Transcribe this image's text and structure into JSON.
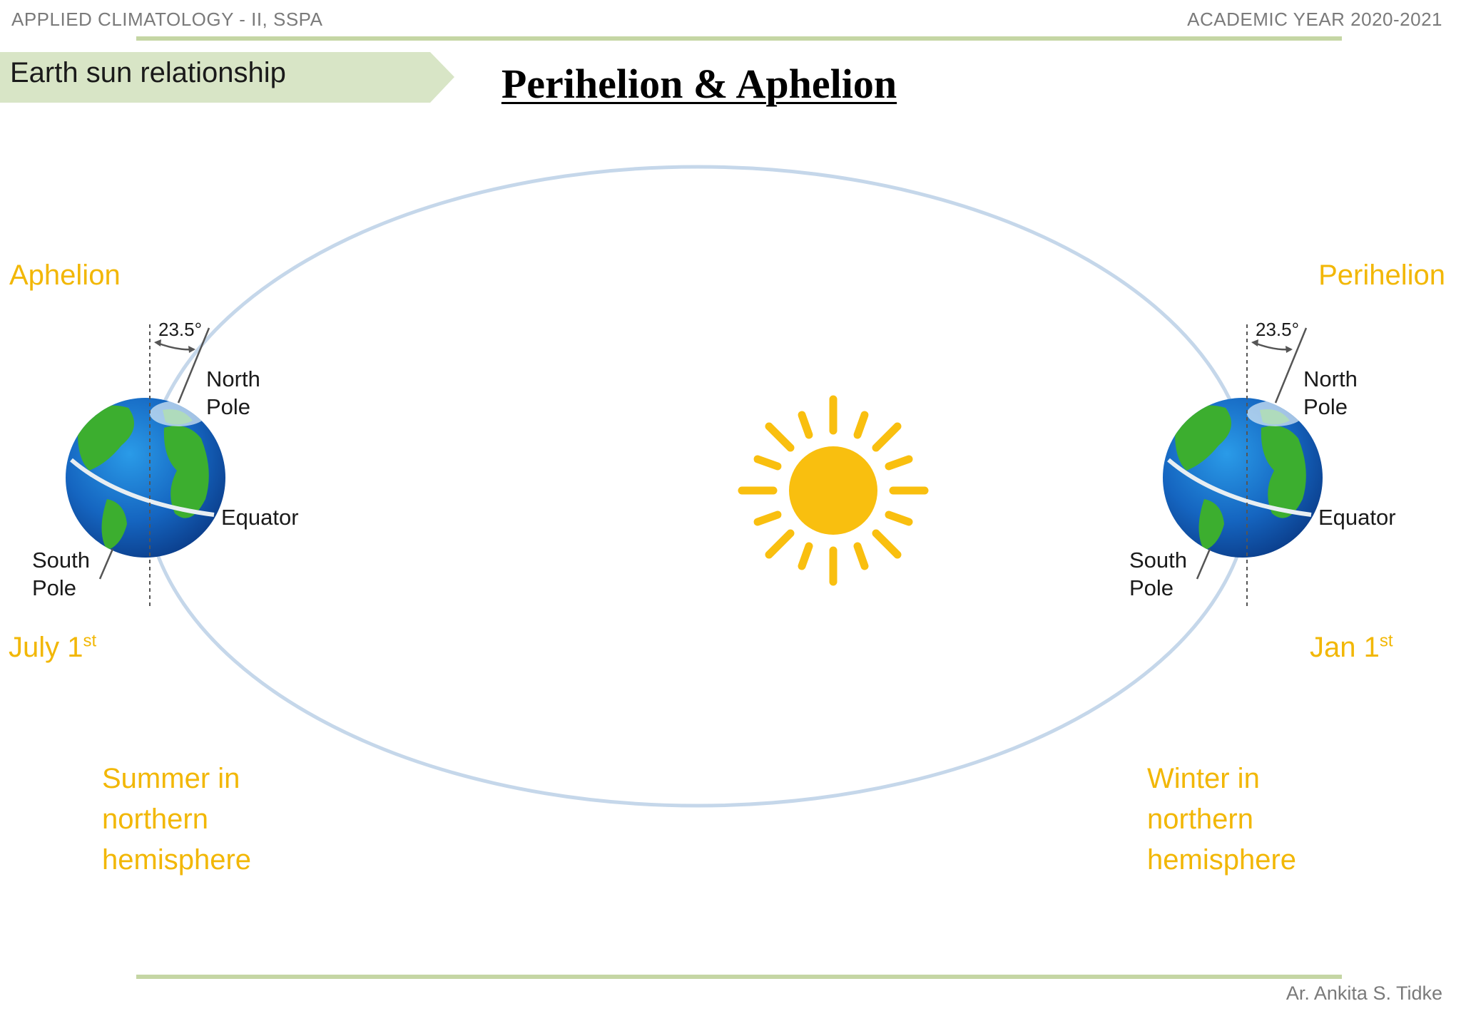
{
  "header": {
    "left": "APPLIED CLIMATOLOGY - II, SSPA",
    "right": "ACADEMIC YEAR 2020-2021"
  },
  "section": {
    "label": "Earth sun relationship"
  },
  "title": "Perihelion & Aphelion",
  "left_position": {
    "name": "Aphelion",
    "date_main": "July 1",
    "date_sup": "st",
    "season": [
      "Summer in",
      "northern",
      "hemisphere"
    ],
    "tilt": "23.5°",
    "north_pole": [
      "North",
      "Pole"
    ],
    "south_pole": [
      "South",
      "Pole"
    ],
    "equator": "Equator"
  },
  "right_position": {
    "name": "Perihelion",
    "date_main": "Jan 1",
    "date_sup": "st",
    "season": [
      "Winter in",
      "northern",
      "hemisphere"
    ],
    "tilt": "23.5°",
    "north_pole": [
      "North",
      "Pole"
    ],
    "south_pole": [
      "South",
      "Pole"
    ],
    "equator": "Equator"
  },
  "footer": "Ar. Ankita S. Tidke",
  "colors": {
    "accent_yellow": "#f2b705",
    "sun": "#f9bf0f",
    "orbit": "#c5d7ea",
    "rule": "#c5d6a4",
    "section_tab": "#d8e5c6",
    "ocean": "#1565c0",
    "land": "#3cae2f"
  },
  "icons": [
    "sun-icon",
    "earth-globe-icon",
    "orbit-ellipse"
  ]
}
